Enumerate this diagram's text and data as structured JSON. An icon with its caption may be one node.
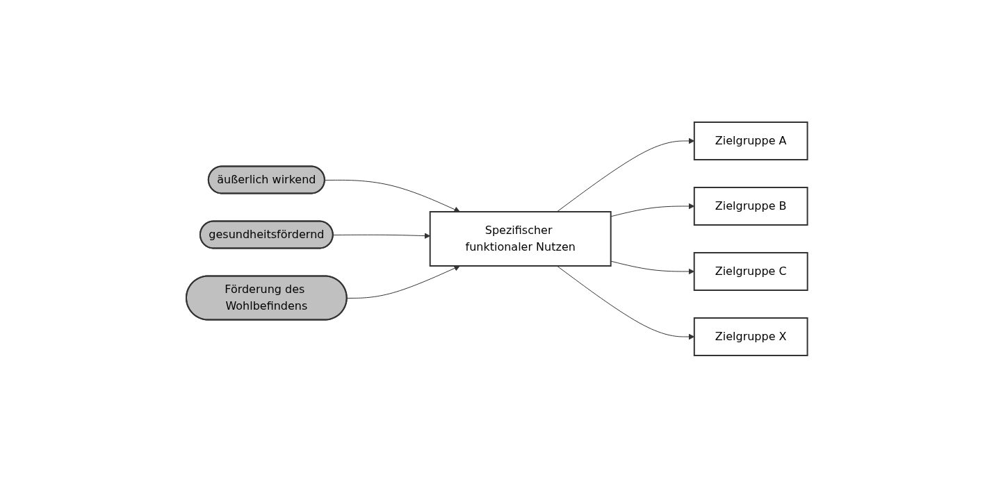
{
  "diagram": {
    "nodes": [
      {
        "text": [
          "äußerlich wirkend"
        ]
      },
      {
        "text": [
          "gesundheitsfördernd"
        ]
      },
      {
        "text": [
          "Förderung des Wohlbefindens"
        ]
      },
      {
        "text": [
          "Spezifischer funktionaler Nutzen"
        ]
      },
      {
        "text": [
          "Zielgruppe A"
        ]
      },
      {
        "text": [
          "Zielgruppe B"
        ]
      },
      {
        "text": [
          "Zielgruppe C"
        ]
      },
      {
        "text": [
          "Zielgruppe X"
        ]
      }
    ],
    "edges": [
      {
        "from": 0,
        "to": 3,
        "arrow": "to"
      },
      {
        "from": 1,
        "to": 3,
        "arrow": "to"
      },
      {
        "from": 2,
        "to": 3,
        "arrow": "to"
      },
      {
        "from": 3,
        "to": 4,
        "arrow": "to"
      },
      {
        "from": 3,
        "to": 5,
        "arrow": "to"
      },
      {
        "from": 3,
        "to": 6,
        "arrow": "to"
      },
      {
        "from": 3,
        "to": 7,
        "arrow": "to"
      }
    ]
  }
}
